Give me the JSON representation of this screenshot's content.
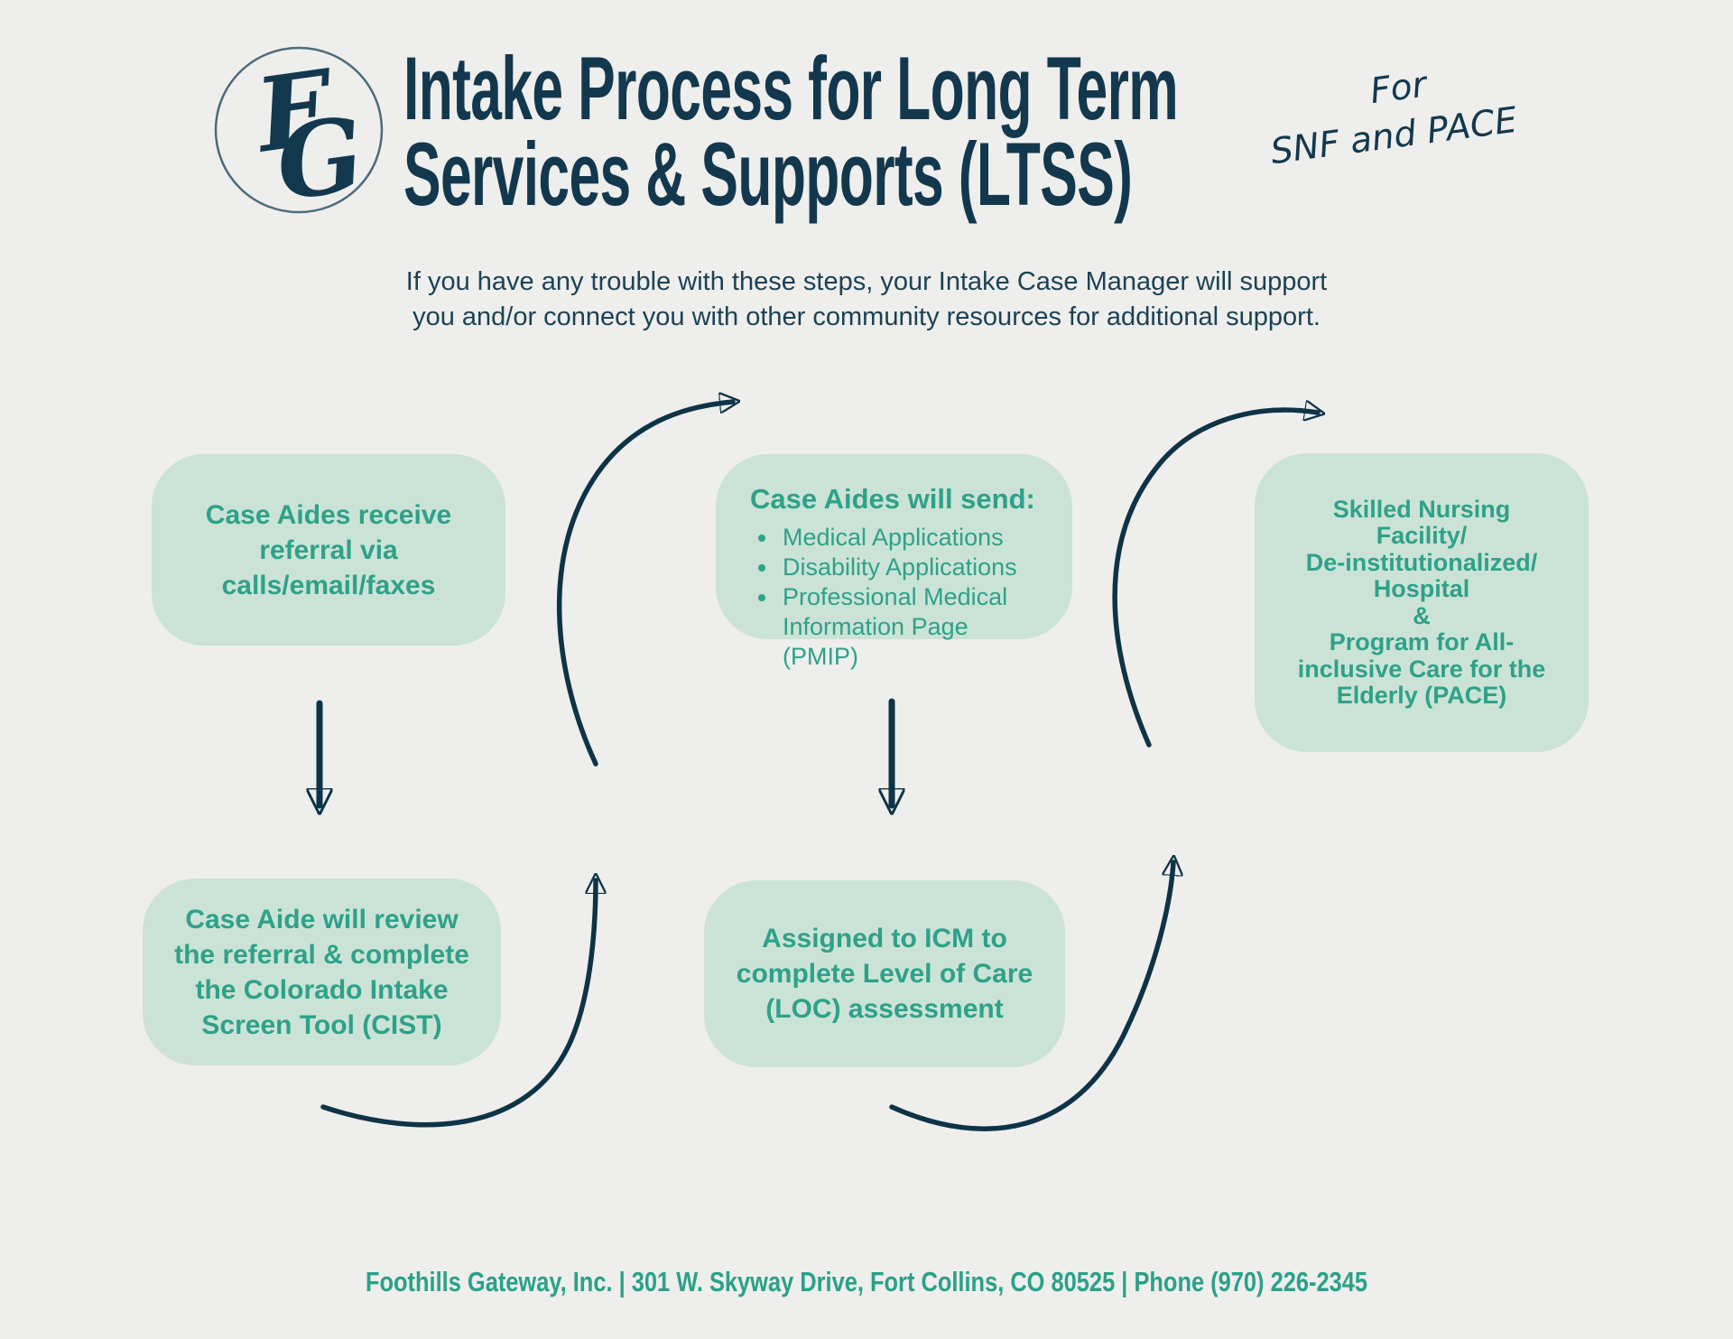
{
  "header": {
    "logo_monogram": "FG",
    "title_line1": "Intake Process for Long Term",
    "title_line2": "Services & Supports (LTSS)",
    "tagline_line1": "For",
    "tagline_line2": "SNF and PACE"
  },
  "intro": {
    "line1": "If you have any trouble with these steps, your Intake Case Manager will support",
    "line2": "you and/or connect you with other community resources for additional support."
  },
  "flow": {
    "box_receive_referral": {
      "lines": [
        "Case Aides receive",
        "referral via",
        "calls/email/faxes"
      ]
    },
    "box_case_aides_send": {
      "heading": "Case Aides will send:",
      "bullets": [
        "Medical Applications",
        "Disability Applications",
        "Professional Medical Information Page (PMIP)"
      ]
    },
    "box_snf_pace": {
      "lines": [
        "Skilled Nursing",
        "Facility/",
        "De-institutionalized/",
        "Hospital",
        "&",
        "Program for All-",
        "inclusive Care for the",
        "Elderly (PACE)"
      ]
    },
    "box_review_referral": {
      "lines": [
        "Case Aide will review",
        "the referral & complete",
        "the Colorado Intake",
        "Screen Tool (CIST)"
      ]
    },
    "box_loc_assessment": {
      "lines": [
        "Assigned to ICM to",
        "complete Level of Care",
        "(LOC) assessment"
      ]
    }
  },
  "footer": {
    "text": "Foothills Gateway, Inc. | 301 W. Skyway Drive, Fort Collins, CO 80525 | Phone (970) 226-2345"
  },
  "colors": {
    "background": "#eeeeec",
    "navy": "#13384e",
    "arrow_navy": "#0e3346",
    "box_fill": "#cbe3d6",
    "box_text_teal": "#2ea189",
    "footer_teal": "#2aa188"
  }
}
